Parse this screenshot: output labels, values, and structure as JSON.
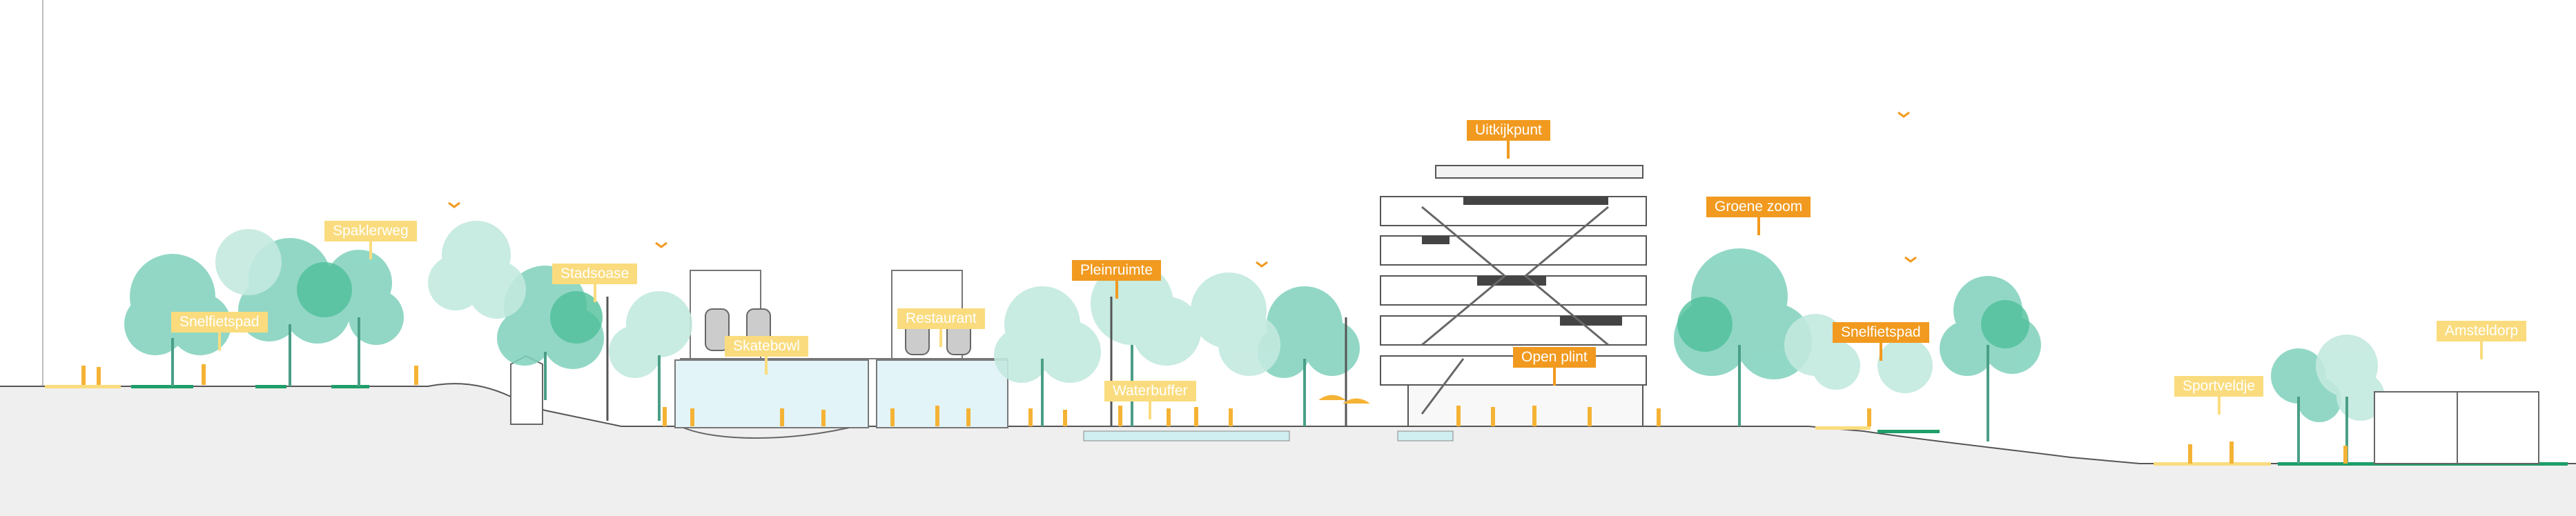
{
  "labels": {
    "spaklerweg": "Spaklerweg",
    "snelfietspad_left": "Snelfietspad",
    "stadsoase": "Stadsoase",
    "skatebowl": "Skatebowl",
    "restaurant": "Restaurant",
    "pleinruimte": "Pleinruimte",
    "waterbuffer": "Waterbuffer",
    "uitkijkpunt": "Uitkijkpunt",
    "open_plint": "Open plint",
    "groene_zoom": "Groene zoom",
    "snelfietspad_right": "Snelfietspad",
    "sportveldje": "Sportveldje",
    "amsteldorp": "Amsteldorp"
  },
  "colors": {
    "callout_dark": "#f19a1f",
    "callout_light": "#fadc7e",
    "ground": "#efefef",
    "tree_teal": "#7fd1bc",
    "tree_pale": "#c3e9df",
    "tree_green": "#4fbf9a",
    "path_green": "#1f9e6a",
    "people": "#f4b335",
    "line": "#444444"
  }
}
